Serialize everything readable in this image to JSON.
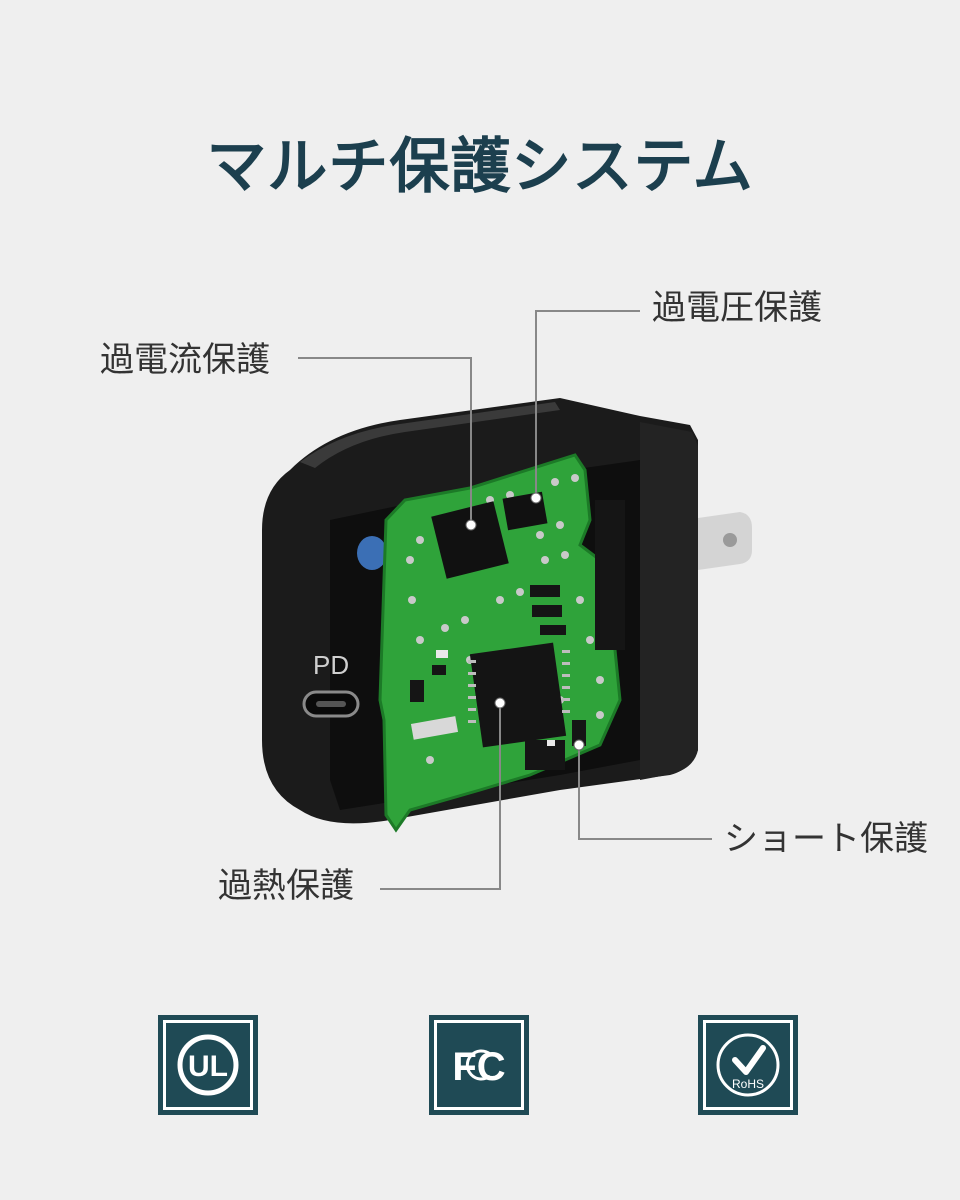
{
  "header": {
    "title": "マルチ保護システム"
  },
  "callouts": {
    "overcurrent": "過電流保護",
    "overvoltage": "過電圧保護",
    "overheat": "過熱保護",
    "short_circuit": "ショート保護"
  },
  "product": {
    "port_label": "PD"
  },
  "certifications": [
    {
      "name": "UL",
      "text": "UL"
    },
    {
      "name": "FCC",
      "text": "FC"
    },
    {
      "name": "RoHS",
      "text": "RoHS"
    }
  ],
  "colors": {
    "title": "#1c3f4e",
    "badge_bg": "#1f4a55",
    "pcb_green": "#2fa33a",
    "charger_body": "#1b1b1b",
    "background": "#efefef"
  }
}
